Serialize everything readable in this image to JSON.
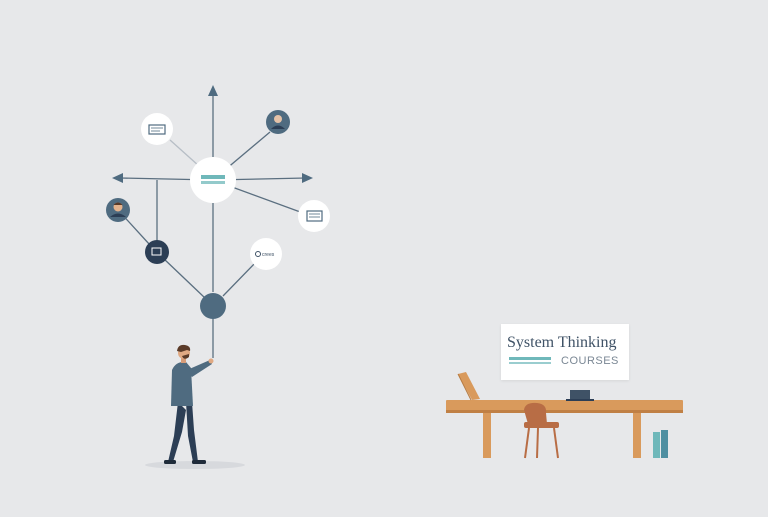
{
  "sign": {
    "title": "System Thinking",
    "subtitle": "COURSES"
  },
  "nodes": {
    "small_text": "crees"
  },
  "colors": {
    "background": "#e7e8ea",
    "line": "#5b6f80",
    "accent_teal": "#6fb8ba",
    "node_dark": "#2c3e55",
    "node_mid": "#4f6b80",
    "wood": "#d99a5c",
    "chair": "#b86d45"
  }
}
